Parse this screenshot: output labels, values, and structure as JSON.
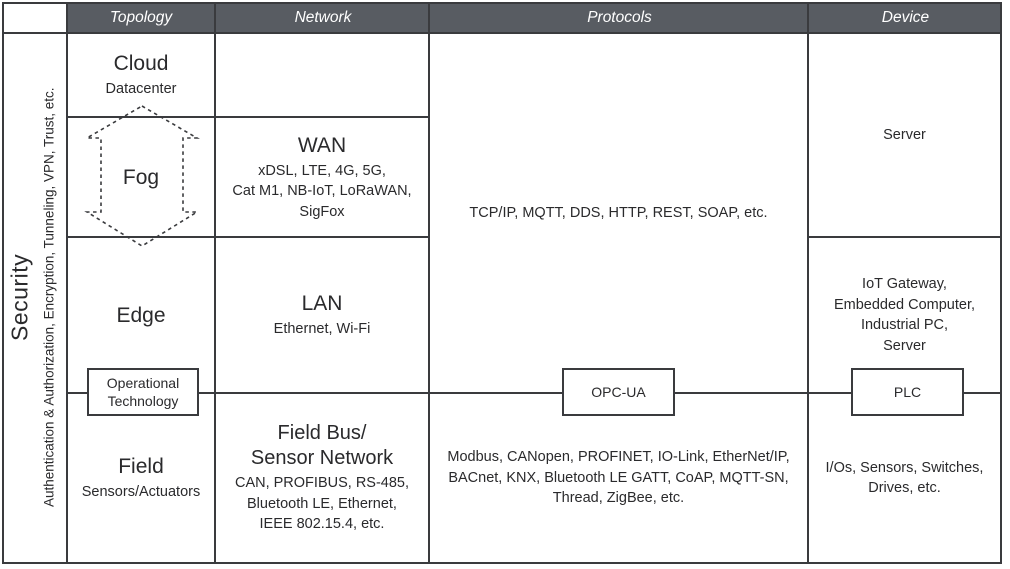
{
  "header": {
    "columns": [
      {
        "label": "Topology"
      },
      {
        "label": "Network"
      },
      {
        "label": "Protocols"
      },
      {
        "label": "Device"
      }
    ]
  },
  "security": {
    "title": "Security",
    "detail": "Authentication & Authorization, Encryption, Tunneling, VPN, Trust, etc."
  },
  "topology": {
    "cloud_title": "Cloud",
    "cloud_sub": "Datacenter",
    "fog_title": "Fog",
    "edge_title": "Edge",
    "field_title": "Field",
    "field_sub": "Sensors/Actuators",
    "ot_box": "Operational\nTechnology"
  },
  "network": {
    "wan_title": "WAN",
    "wan_detail": "xDSL, LTE, 4G, 5G,\nCat M1, NB-IoT, LoRaWAN,\nSigFox",
    "lan_title": "LAN",
    "lan_detail": "Ethernet, Wi-Fi",
    "fieldbus_title": "Field Bus/\nSensor Network",
    "fieldbus_detail": "CAN, PROFIBUS, RS-485,\nBluetooth LE, Ethernet,\nIEEE 802.15.4, etc."
  },
  "protocols": {
    "upper": "TCP/IP, MQTT, DDS, HTTP, REST, SOAP, etc.",
    "opcua_box": "OPC-UA",
    "lower": "Modbus, CANopen, PROFINET, IO-Link, EtherNet/IP,\nBACnet, KNX, Bluetooth LE GATT, CoAP, MQTT-SN,\nThread, ZigBee, etc."
  },
  "device": {
    "cloud_fog": "Server",
    "edge": "IoT Gateway,\nEmbedded Computer,\nIndustrial PC,\nServer",
    "plc_box": "PLC",
    "field": "I/Os, Sensors, Switches,\nDrives, etc."
  },
  "colors": {
    "header_bg": "#585c62",
    "header_text": "#ffffff",
    "border": "#3a3b3e",
    "text": "#2a2a2c"
  }
}
